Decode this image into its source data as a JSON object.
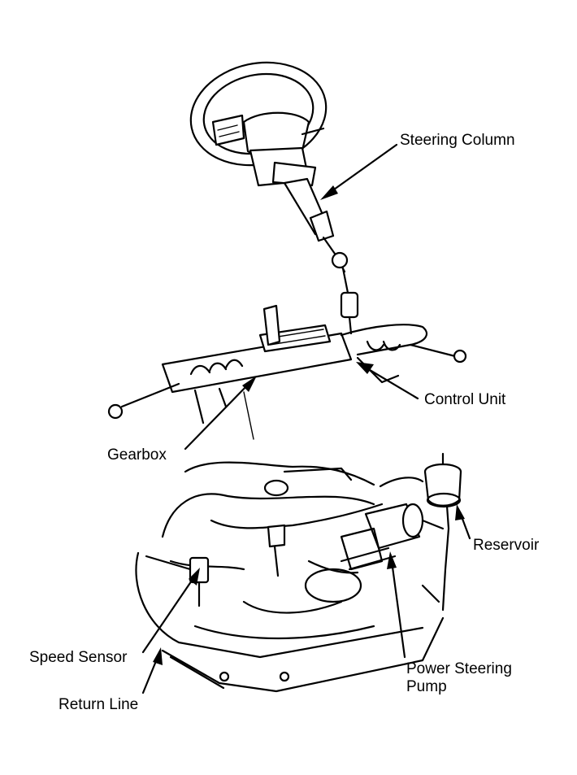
{
  "labels": {
    "steering_column": "Steering Column",
    "control_unit": "Control Unit",
    "gearbox": "Gearbox",
    "reservoir": "Reservoir",
    "speed_sensor": "Speed Sensor",
    "power_steering_pump_line1": "Power Steering",
    "power_steering_pump_line2": "Pump",
    "return_line": "Return Line"
  }
}
